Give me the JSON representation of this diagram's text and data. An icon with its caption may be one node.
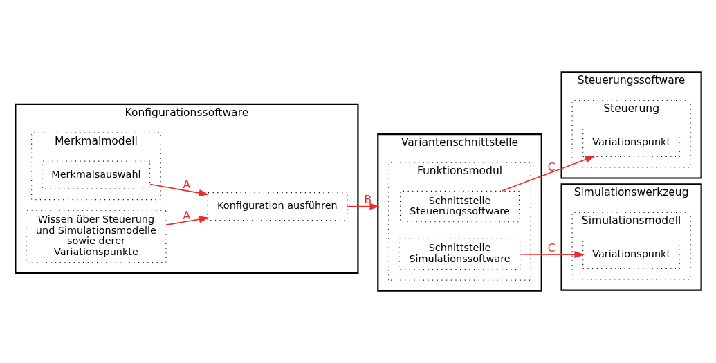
{
  "diagram": {
    "nodes": [
      {
        "text": [
          "Konfigurationssoftware"
        ]
      },
      {
        "text": [
          "Merkmalmodell"
        ],
        "in": 0
      },
      {
        "text": [
          "Merkmalsauswahl"
        ],
        "in": 1
      },
      {
        "text": [
          "Konfiguration ausführen"
        ],
        "in": 0
      },
      {
        "text": [
          "Wissen über Steuerung und Simulationsmodelle sowie derer Variationspunkte"
        ],
        "in": 0
      },
      {
        "text": [
          "Variantenschnittstelle"
        ]
      },
      {
        "text": [
          "Funktionsmodul"
        ],
        "in": 5
      },
      {
        "text": [
          "Schnittstelle Steuerungssoftware"
        ],
        "in": 6
      },
      {
        "text": [
          "Schnittstelle Simulationssoftware"
        ],
        "in": 6
      },
      {
        "text": [
          "Steuerungssoftware"
        ]
      },
      {
        "text": [
          "Steuerung"
        ],
        "in": 9
      },
      {
        "text": [
          "Variationspunkt"
        ],
        "in": 10
      },
      {
        "text": [
          "Simulationswerkzeug"
        ]
      },
      {
        "text": [
          "Simulationsmodell"
        ],
        "in": 12
      },
      {
        "text": [
          "Variationspunkt"
        ],
        "in": 13
      }
    ],
    "edges": [
      {
        "from": 2,
        "to": 3,
        "arrow": "to",
        "label": "A"
      },
      {
        "from": 4,
        "to": 3,
        "arrow": "to",
        "label": "A"
      },
      {
        "from": 3,
        "to": 5,
        "arrow": "to",
        "label": "B"
      },
      {
        "from": 7,
        "to": 11,
        "arrow": "to",
        "label": "C"
      },
      {
        "from": 8,
        "to": 14,
        "arrow": "to",
        "label": "C"
      }
    ]
  }
}
